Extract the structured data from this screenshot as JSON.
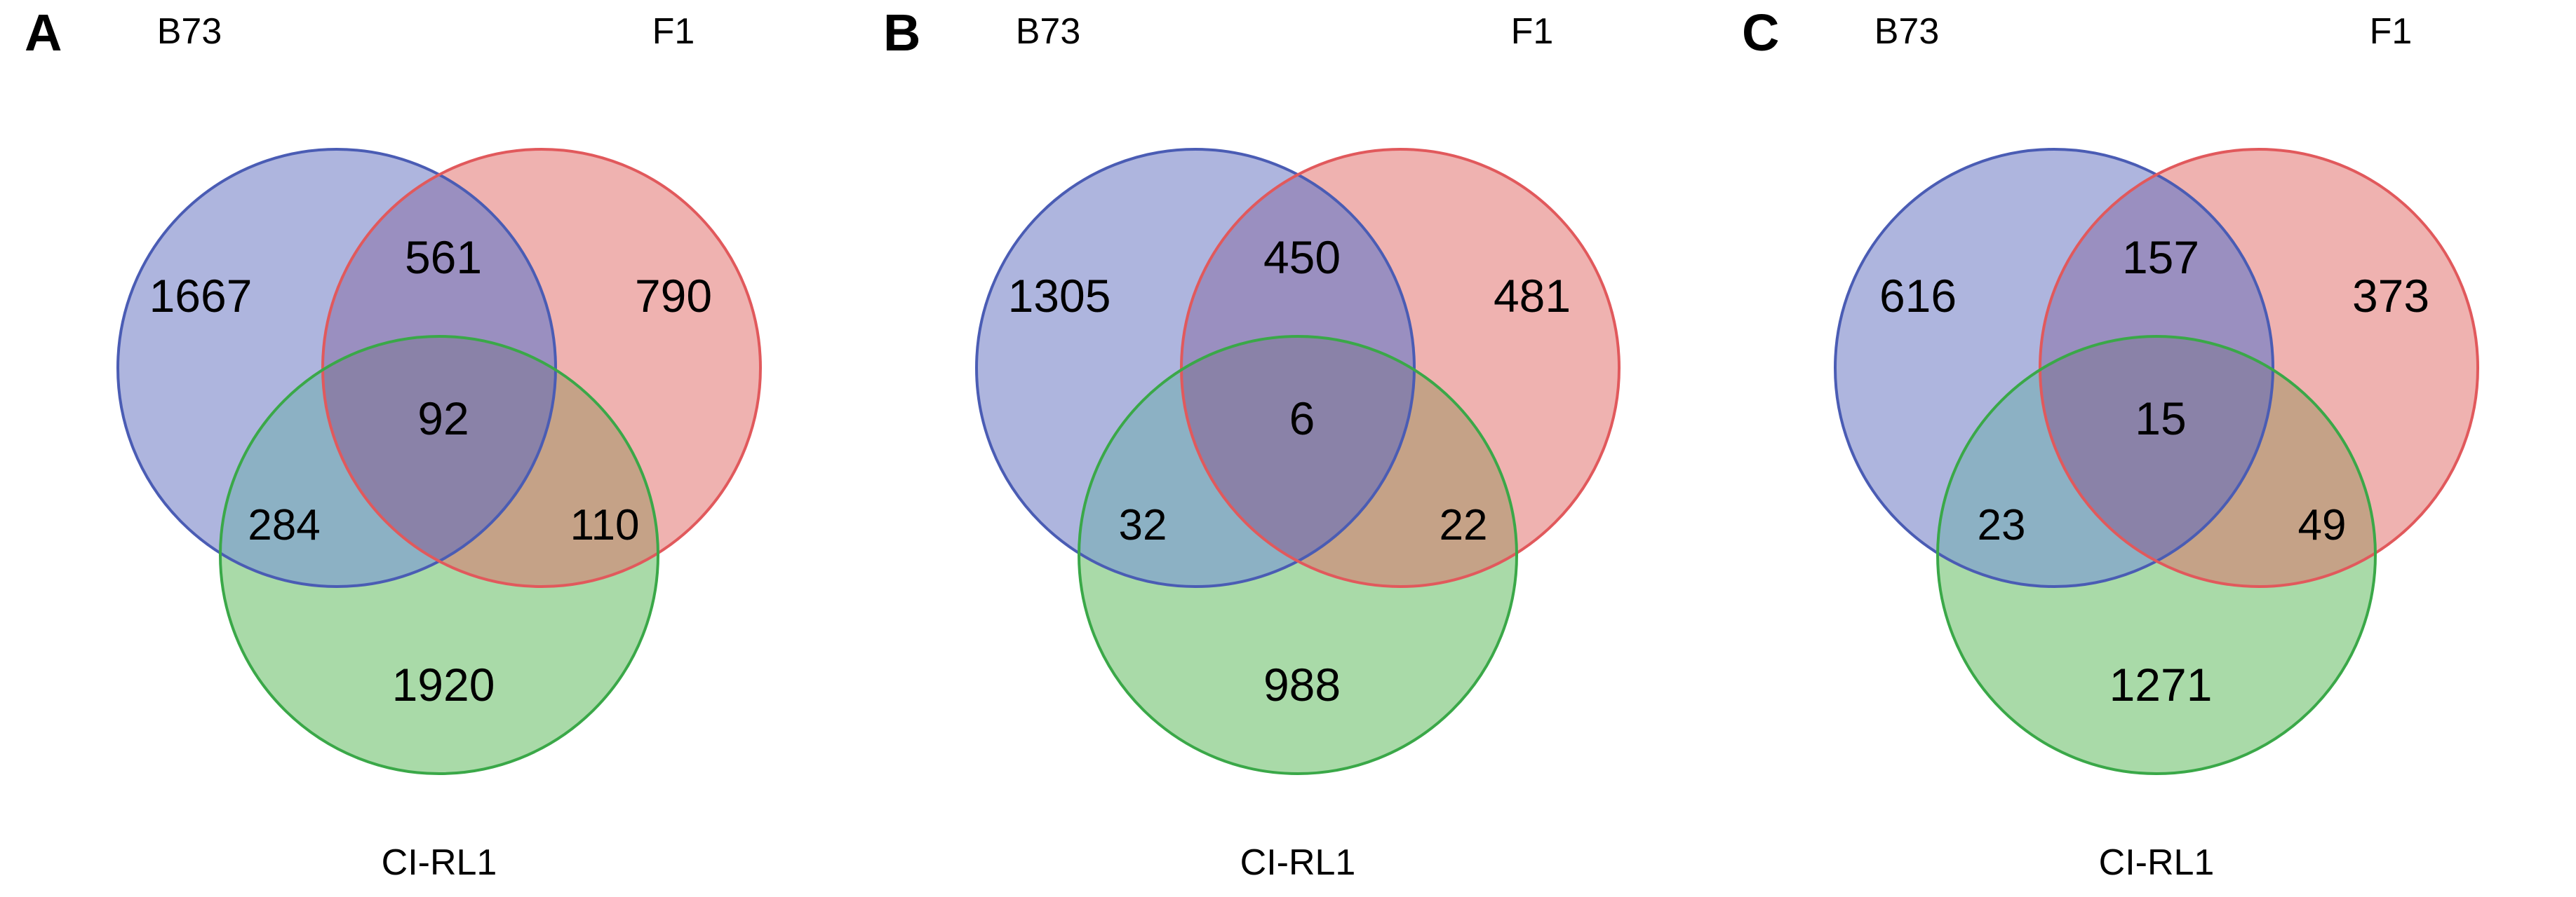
{
  "figure": {
    "type": "venn-figure",
    "panel_count": 3,
    "background_color": "#ffffff",
    "text_color": "#000000"
  },
  "colors": {
    "b73_fill": "#aeb5de",
    "b73_stroke": "#4a5cb4",
    "f1_fill": "#efb2b0",
    "f1_stroke": "#e1595c",
    "cirl1_fill": "#a9daa8",
    "cirl1_stroke": "#3aa848"
  },
  "chart_data": {
    "type": "venn",
    "sets": [
      "B73",
      "F1",
      "CI-RL1"
    ],
    "set_colors": [
      "#aeb5de",
      "#efb2b0",
      "#a9daa8"
    ],
    "panels": [
      {
        "letter": "A",
        "labels": {
          "left": "B73",
          "right": "F1",
          "bottom": "CI-RL1"
        },
        "regions": {
          "b73_only": "1667",
          "f1_only": "790",
          "cirl1_only": "1920",
          "b73_f1": "561",
          "b73_cirl1": "284",
          "f1_cirl1": "110",
          "all_three": "92"
        }
      },
      {
        "letter": "B",
        "labels": {
          "left": "B73",
          "right": "F1",
          "bottom": "CI-RL1"
        },
        "regions": {
          "b73_only": "1305",
          "f1_only": "481",
          "cirl1_only": "988",
          "b73_f1": "450",
          "b73_cirl1": "32",
          "f1_cirl1": "22",
          "all_three": "6"
        }
      },
      {
        "letter": "C",
        "labels": {
          "left": "B73",
          "right": "F1",
          "bottom": "CI-RL1"
        },
        "regions": {
          "b73_only": "616",
          "f1_only": "373",
          "cirl1_only": "1271",
          "b73_f1": "157",
          "b73_cirl1": "23",
          "f1_cirl1": "49",
          "all_three": "15"
        }
      }
    ]
  }
}
